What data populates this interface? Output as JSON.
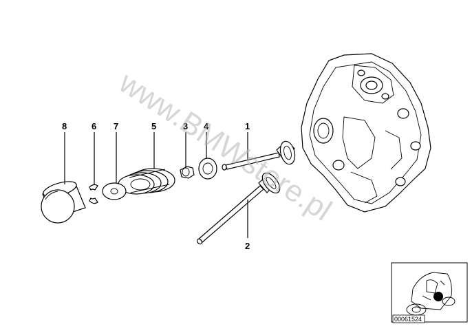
{
  "watermark": "www.BMWstore.pl",
  "reference_code": "00061524",
  "callouts": [
    {
      "id": "1",
      "label": "1"
    },
    {
      "id": "2",
      "label": "2"
    },
    {
      "id": "3",
      "label": "3"
    },
    {
      "id": "4",
      "label": "4"
    },
    {
      "id": "5",
      "label": "5"
    },
    {
      "id": "6",
      "label": "6"
    },
    {
      "id": "7",
      "label": "7"
    },
    {
      "id": "8",
      "label": "8"
    }
  ]
}
